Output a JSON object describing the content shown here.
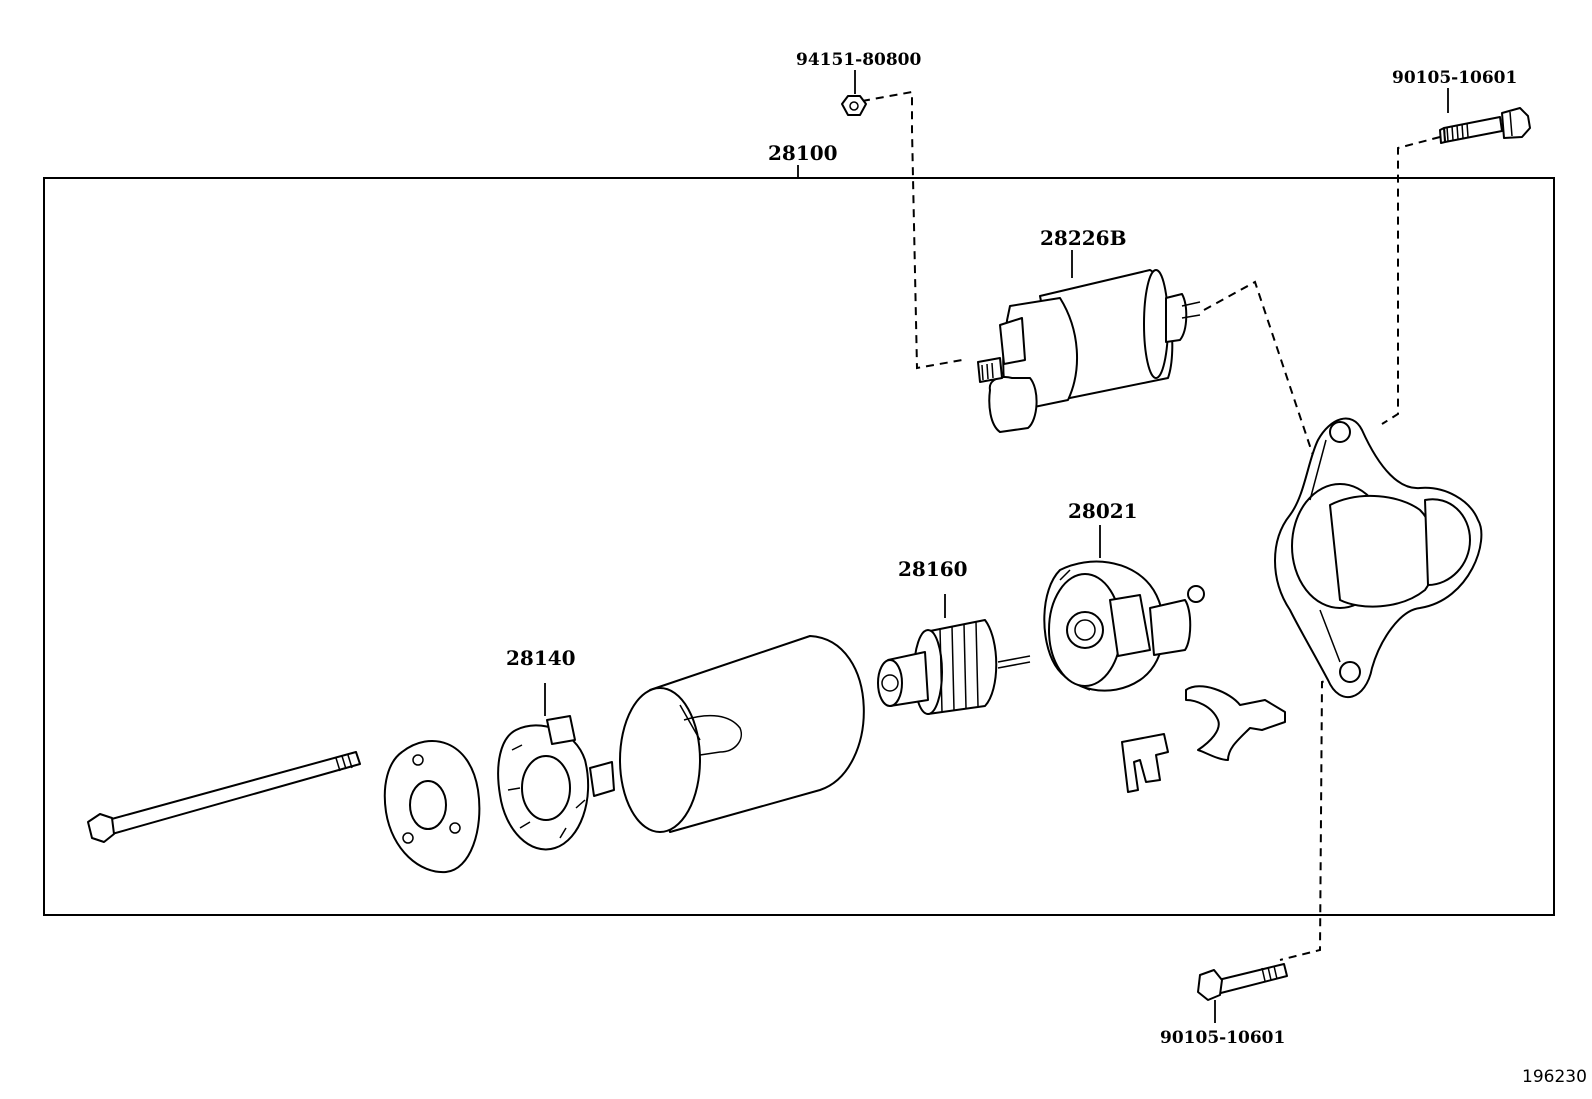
{
  "labels": {
    "nut_top": "94151-80800",
    "bolt_top_right": "90105-10601",
    "assembly": "28100",
    "solenoid": "28226B",
    "drive_housing_part": "28021",
    "pinion": "28160",
    "brush_holder": "28140",
    "bolt_bottom": "90105-10601",
    "illustration_number": "196230"
  }
}
